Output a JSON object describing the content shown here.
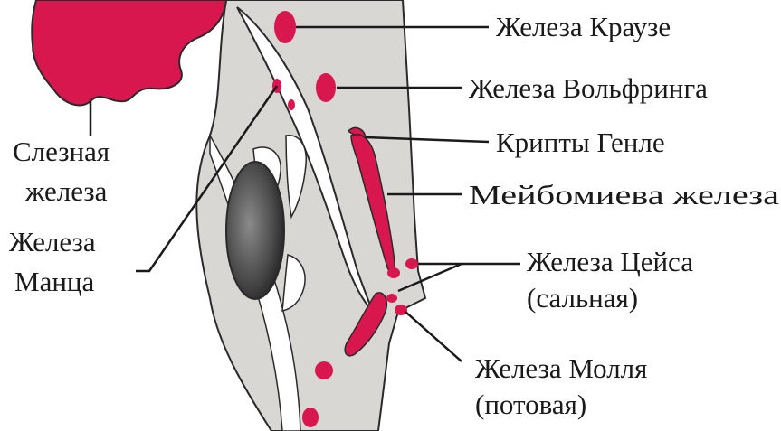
{
  "labels": {
    "krause": "Железа Краузе",
    "wolfring": "Железа Вольфринга",
    "henle": "Крипты Генле",
    "meibomian": "Мейбомиева железа",
    "zeis_1": "Железа Цейса",
    "zeis_2": "(сальная)",
    "moll_1": "Железа Молля",
    "moll_2": "(потовая)",
    "lacrimal_1": "Слезная",
    "lacrimal_2": "железа",
    "manz_1": "Железа",
    "manz_2": "Манца"
  },
  "colors": {
    "gland": "#d8174f",
    "tissue": "#d9d7d4",
    "outline": "#2a2a2a",
    "lens": "#555555",
    "background": "#ffffff"
  }
}
